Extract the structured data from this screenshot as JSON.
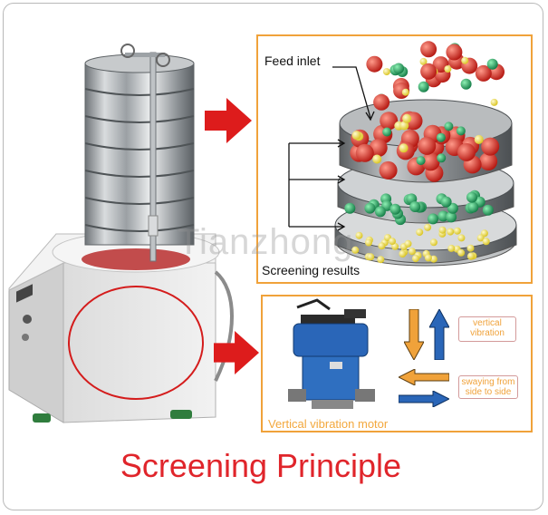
{
  "diagram": {
    "feed_label": "Feed inlet",
    "results_label": "Screening results",
    "motor_label": "Vertical vibration motor",
    "vertical_tag": "vertical vibration",
    "sway_tag": "swaying from side to side",
    "watermark": "Tianzhong",
    "title": "Screening Principle"
  },
  "colors": {
    "title_red": "#e0252b",
    "panel_border": "#f0a23a",
    "arrow_red": "#dd1c1c",
    "ball_red": "#d8261f",
    "ball_green": "#1f9a5a",
    "ball_yellow": "#f2e23a",
    "motor_blue": "#2a66b8"
  },
  "icons": [
    "right-arrow-icon",
    "down-arrow-icon",
    "up-arrow-icon",
    "left-arrow-icon",
    "sieve-icon",
    "motor-icon"
  ]
}
